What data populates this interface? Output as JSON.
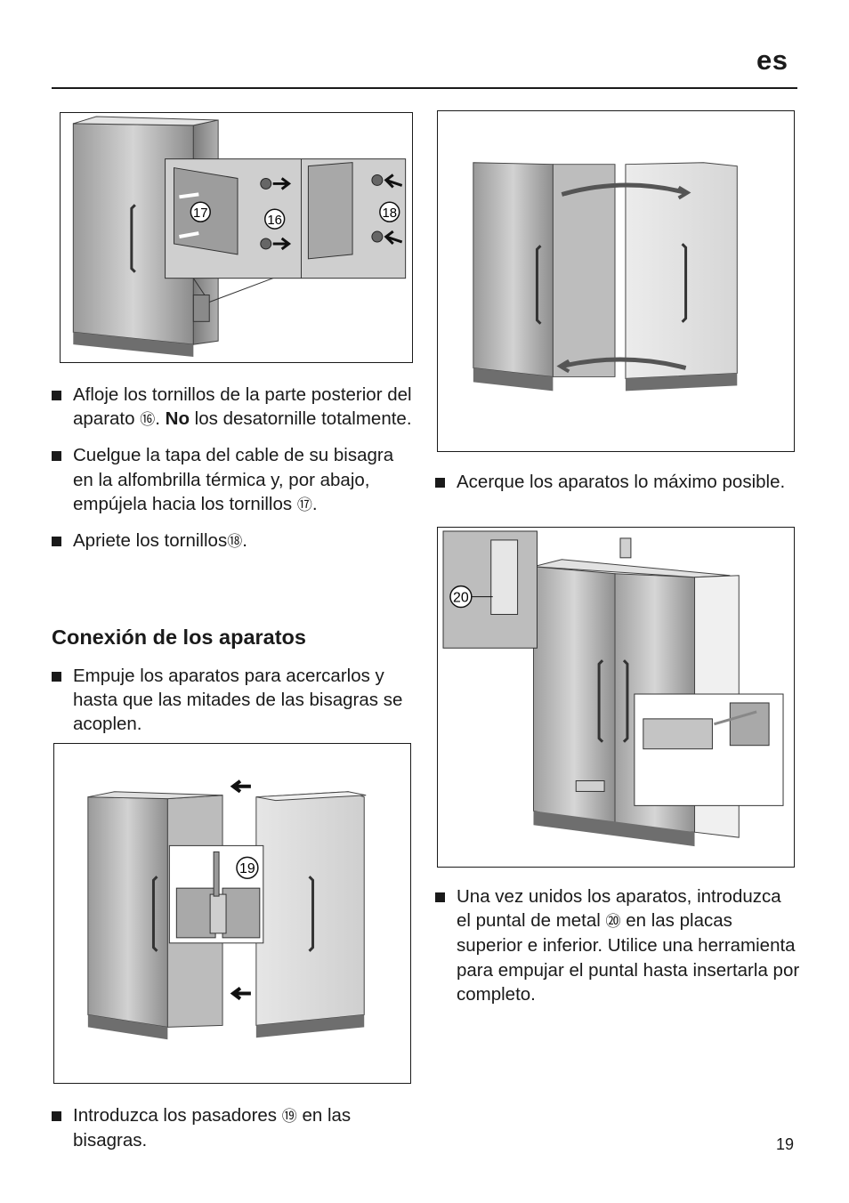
{
  "header": {
    "lang": "es"
  },
  "left": {
    "bullets_top": [
      {
        "pre": "Afloje los tornillos de la parte posterior del aparato ",
        "ref": "⑯",
        "mid": ". ",
        "bold": "No",
        "post": " los desatornille totalmente."
      },
      {
        "pre": "Cuelgue la tapa del cable de su bisagra en la alfombrilla térmica y, por abajo, empújela hacia los tornillos ",
        "ref": "⑰",
        "post": "."
      },
      {
        "pre": "Apriete los tornillos",
        "ref": "⑱",
        "post": "."
      }
    ],
    "heading": "Conexión de los aparatos",
    "bullets_mid": [
      {
        "text": "Empuje los aparatos para acercarlos y hasta que las mitades de las bisagras se acoplen."
      }
    ],
    "bullets_bottom": [
      {
        "pre": "Introduzca los pasadores ",
        "ref": "⑲",
        "post": " en las bisagras."
      }
    ]
  },
  "right": {
    "bullet_1": {
      "text": "Acerque los aparatos lo máximo posible."
    },
    "bullet_2": {
      "pre": "Una vez unidos los aparatos, introduzca el puntal de metal ",
      "ref": "⑳",
      "post": " en las placas superior e inferior. Utilice una herramienta para empujar el puntal hasta insertarla por completo."
    }
  },
  "figures": {
    "fig1_callouts": [
      "17",
      "16",
      "18"
    ],
    "fig2_callout": "19",
    "fig4_callout": "20"
  },
  "footer": {
    "page": "19"
  }
}
